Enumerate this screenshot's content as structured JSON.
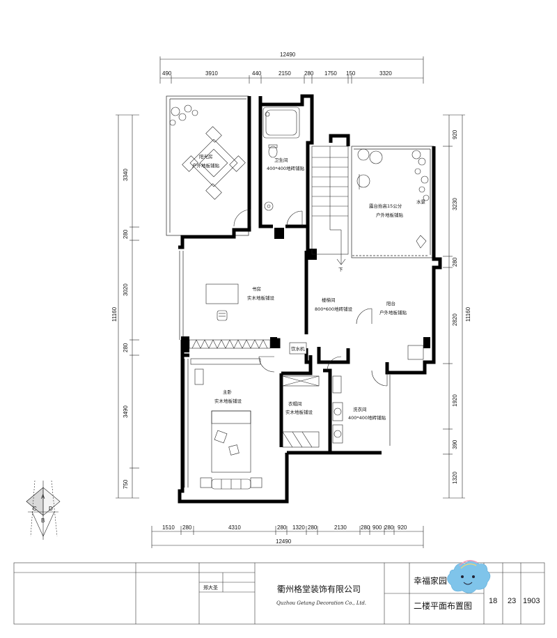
{
  "dims": {
    "top_total": "12490",
    "top": [
      "490",
      "3910",
      "440",
      "2150",
      "280",
      "1750",
      "150",
      "3320"
    ],
    "bottom": [
      "1510",
      "280",
      "4310",
      "280",
      "1320",
      "280",
      "2130",
      "280",
      "900",
      "280",
      "920"
    ],
    "bottom_total": "12490",
    "left": [
      "3340",
      "280",
      "3020",
      "280",
      "3490",
      "750"
    ],
    "left_total": "11160",
    "right": [
      "920",
      "3230",
      "280",
      "2820",
      "1920",
      "390",
      "1320"
    ],
    "right_total": "11160"
  },
  "rooms": {
    "sunroom_name": "阳光房",
    "sunroom_floor": "户外地板铺贴",
    "bath_name": "卫生间",
    "bath_floor": "400*400地砖铺贴",
    "terrace_name": "露台抬高15公分",
    "terrace_floor": "户外地板铺贴",
    "water_label": "水景",
    "study_name": "书房",
    "study_floor": "实木地板铺设",
    "stair_name": "楼梯间",
    "stair_floor": "800*600地砖铺设",
    "down_label": "下",
    "balcony_name": "阳台",
    "balcony_floor": "户外地板铺贴",
    "water_dispenser": "饮水机",
    "master_name": "主卧",
    "master_floor": "实木地板铺设",
    "closet_name": "衣帽间",
    "closet_floor": "实木地板铺设",
    "laundry_name": "洗衣间",
    "laundry_floor": "400*400地砖铺贴"
  },
  "compass": [
    "A",
    "B",
    "C",
    "D"
  ],
  "title_block": {
    "company_cn": "衢州格堂装饰有限公司",
    "company_en": "Quzhou Getang Decoration Co., Ltd.",
    "designer": "郑大圣",
    "project": "幸福家园",
    "drawing_title": "二楼平面布置图",
    "num1": "18",
    "num2": "23",
    "num3": "1903"
  },
  "colors": {
    "wall": "#000000",
    "line": "#222222",
    "cloud": "#7fc4ea"
  }
}
